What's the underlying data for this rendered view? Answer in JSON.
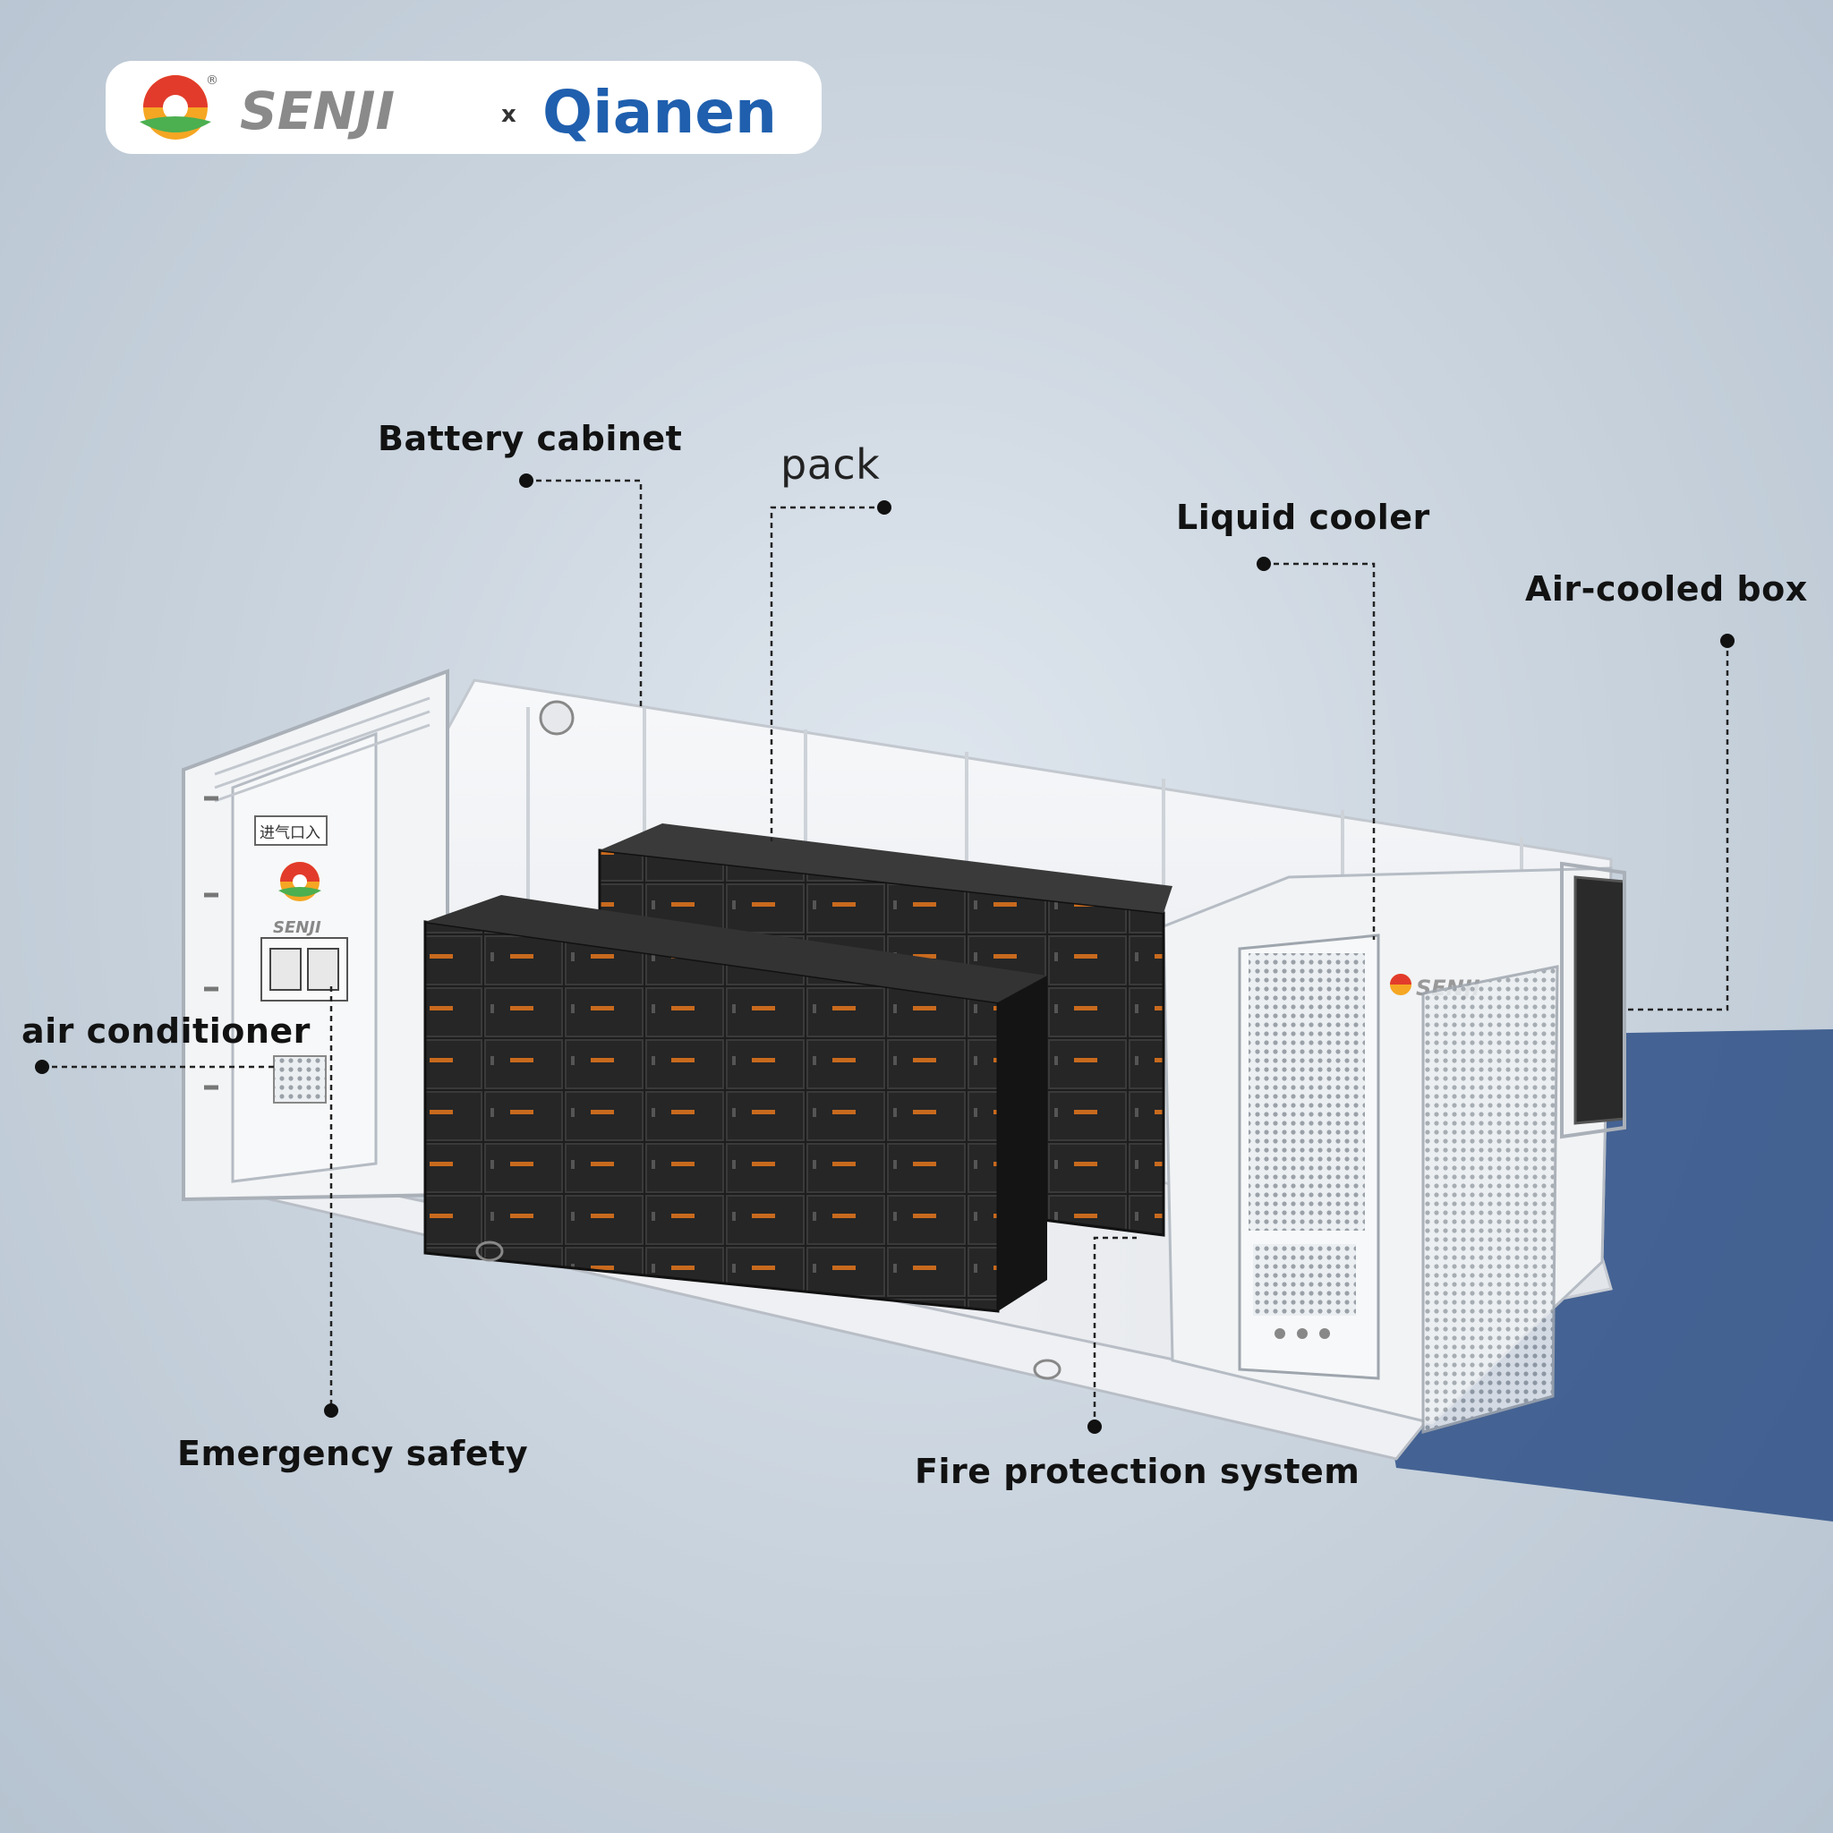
{
  "brand": {
    "logo_left": "SENJI",
    "separator": "x",
    "logo_right": "Qianen",
    "registered_mark": "®",
    "colors": {
      "senji_grey": "#8a8a8a",
      "qianen_blue": "#1f5fae",
      "sun_red": "#e23b2b",
      "sun_orange": "#f5a623",
      "leaf_green": "#4caf50"
    }
  },
  "callouts": {
    "battery_cabinet": "Battery cabinet",
    "pack": "pack",
    "liquid_cooler": "Liquid cooler",
    "air_cooled_box": "Air-cooled box",
    "air_conditioner": "air conditioner",
    "emergency_safety": "Emergency safety",
    "fire_protection": "Fire protection system"
  },
  "container": {
    "door_sign": "进气口入",
    "door_logo": "SENJI",
    "cooler_logo": "SENJI"
  }
}
